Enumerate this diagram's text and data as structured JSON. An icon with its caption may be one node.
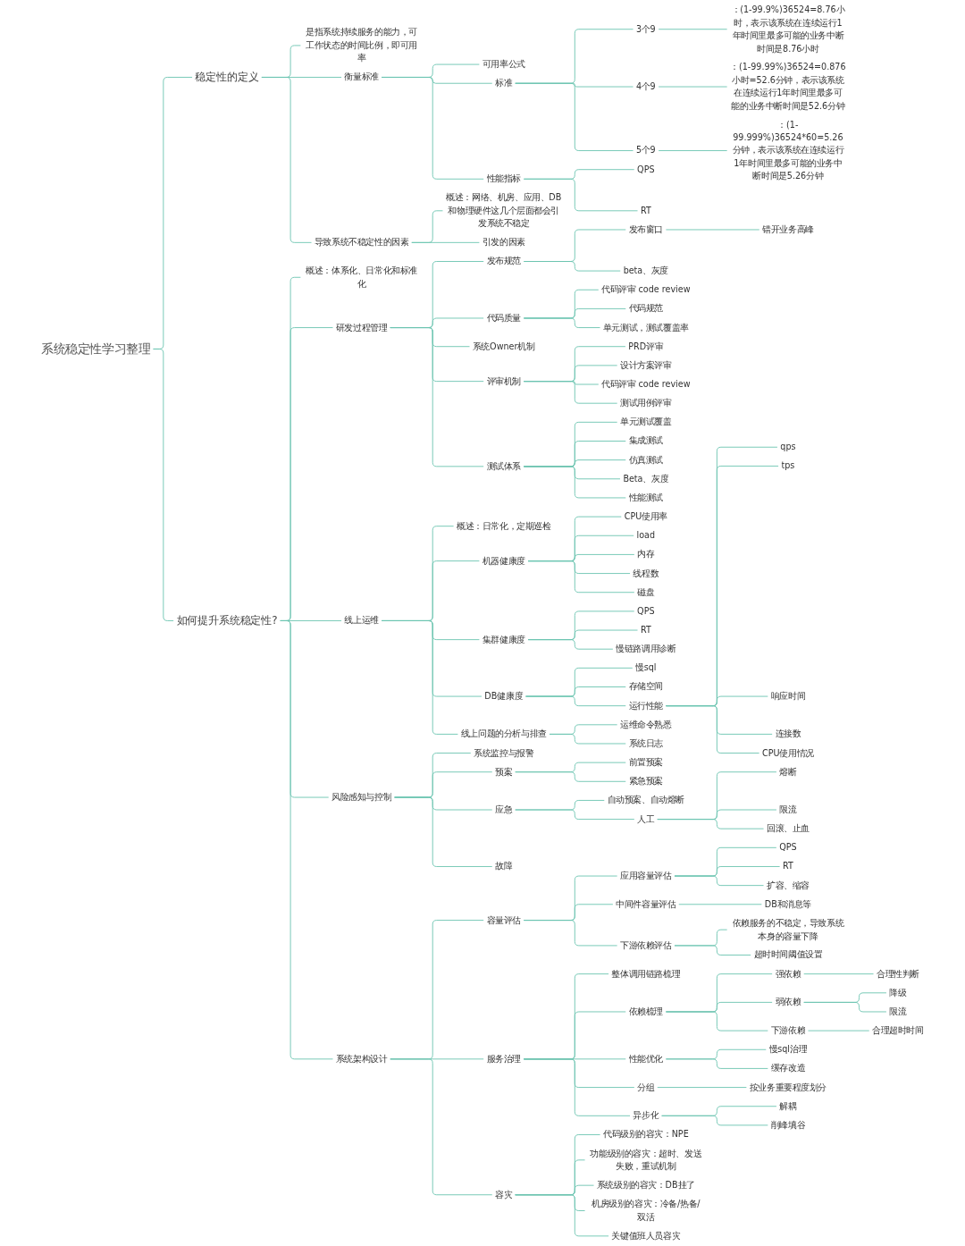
{
  "diagram": {
    "nodes": [
      {
        "text": [
          "系统稳定性学习整理"
        ]
      },
      {
        "text": [
          "稳定性的定义"
        ]
      },
      {
        "text": [
          "是指系统持续服务的能力，可工作状态的时间比例，即可用率"
        ]
      },
      {
        "text": [
          "衡量标准"
        ]
      },
      {
        "text": [
          "可用率公式"
        ]
      },
      {
        "text": [
          "标准"
        ]
      },
      {
        "text": [
          "3个9"
        ]
      },
      {
        "text": [
          "：(1-99.9%)36524=8.76小时，表示该系统在连续运行1年时间里最多可能的业务中断时间是8.76小时"
        ]
      },
      {
        "text": [
          "4个9"
        ]
      },
      {
        "text": [
          "：(1-99.99%)36524=0.876小时=52.6分钟，表示该系统在连续运行1年时间里最多可能的业务中断时间是52.6分钟"
        ]
      },
      {
        "text": [
          "5个9"
        ]
      },
      {
        "text": [
          "：(1-99.999%)36524*60=5.26分钟，表示该系统在连续运行1年时间里最多可能的业务中断时间是5.26分钟"
        ]
      },
      {
        "text": [
          "性能指标"
        ]
      },
      {
        "text": [
          "QPS"
        ]
      },
      {
        "text": [
          "RT"
        ]
      },
      {
        "text": [
          "导致系统不稳定性的因素"
        ]
      },
      {
        "text": [
          "概述：网络、机房、应用、DB和物理硬件这几个层面都会引发系统不稳定"
        ]
      },
      {
        "text": [
          "引发的因素"
        ]
      },
      {
        "text": [
          "如何提升系统稳定性?"
        ]
      },
      {
        "text": [
          "概述：体系化、日常化和标准化"
        ]
      },
      {
        "text": [
          "研发过程管理"
        ]
      },
      {
        "text": [
          "发布规范"
        ]
      },
      {
        "text": [
          "发布窗口"
        ]
      },
      {
        "text": [
          "错开业务高峰"
        ]
      },
      {
        "text": [
          "beta、灰度"
        ]
      },
      {
        "text": [
          "代码质量"
        ]
      },
      {
        "text": [
          "代码评审 code review"
        ]
      },
      {
        "text": [
          "代码规范"
        ]
      },
      {
        "text": [
          "单元测试，测试覆盖率"
        ]
      },
      {
        "text": [
          "系统Owner机制"
        ]
      },
      {
        "text": [
          "评审机制"
        ]
      },
      {
        "text": [
          "PRD评审"
        ]
      },
      {
        "text": [
          "设计方案评审"
        ]
      },
      {
        "text": [
          "代码评审 code review"
        ]
      },
      {
        "text": [
          "测试用例评审"
        ]
      },
      {
        "text": [
          "测试体系"
        ]
      },
      {
        "text": [
          "单元测试覆盖"
        ]
      },
      {
        "text": [
          "集成测试"
        ]
      },
      {
        "text": [
          "仿真测试"
        ]
      },
      {
        "text": [
          "Beta、灰度"
        ]
      },
      {
        "text": [
          "性能测试"
        ]
      },
      {
        "text": [
          "线上运维"
        ]
      },
      {
        "text": [
          "概述：日常化，定期巡检"
        ]
      },
      {
        "text": [
          "机器健康度"
        ]
      },
      {
        "text": [
          "CPU使用率"
        ]
      },
      {
        "text": [
          "load"
        ]
      },
      {
        "text": [
          "内存"
        ]
      },
      {
        "text": [
          "线程数"
        ]
      },
      {
        "text": [
          "磁盘"
        ]
      },
      {
        "text": [
          "集群健康度"
        ]
      },
      {
        "text": [
          "QPS"
        ]
      },
      {
        "text": [
          "RT"
        ]
      },
      {
        "text": [
          "慢链路调用诊断"
        ]
      },
      {
        "text": [
          "DB健康度"
        ]
      },
      {
        "text": [
          "慢sql"
        ]
      },
      {
        "text": [
          "存储空间"
        ]
      },
      {
        "text": [
          "运行性能"
        ]
      },
      {
        "text": [
          "qps"
        ]
      },
      {
        "text": [
          "tps"
        ]
      },
      {
        "text": [
          "响应时间"
        ]
      },
      {
        "text": [
          "连接数"
        ]
      },
      {
        "text": [
          "CPU使用情况"
        ]
      },
      {
        "text": [
          "线上问题的分析与排查"
        ]
      },
      {
        "text": [
          "运维命令熟悉"
        ]
      },
      {
        "text": [
          "系统日志"
        ]
      },
      {
        "text": [
          "风险感知与控制"
        ]
      },
      {
        "text": [
          "系统监控与报警"
        ]
      },
      {
        "text": [
          "预案"
        ]
      },
      {
        "text": [
          "前置预案"
        ]
      },
      {
        "text": [
          "紧急预案"
        ]
      },
      {
        "text": [
          "应急"
        ]
      },
      {
        "text": [
          "自动预案、自动熔断"
        ]
      },
      {
        "text": [
          "人工"
        ]
      },
      {
        "text": [
          "熔断"
        ]
      },
      {
        "text": [
          "限流"
        ]
      },
      {
        "text": [
          "回滚、止血"
        ]
      },
      {
        "text": [
          "故障"
        ]
      },
      {
        "text": [
          "系统架构设计"
        ]
      },
      {
        "text": [
          "容量评估"
        ]
      },
      {
        "text": [
          "应用容量评估"
        ]
      },
      {
        "text": [
          "QPS"
        ]
      },
      {
        "text": [
          "RT"
        ]
      },
      {
        "text": [
          "扩容、缩容"
        ]
      },
      {
        "text": [
          "中间件容量评估"
        ]
      },
      {
        "text": [
          "DB和消息等"
        ]
      },
      {
        "text": [
          "下游依赖评估"
        ]
      },
      {
        "text": [
          "依赖服务的不稳定，导致系统本身的容量下降"
        ]
      },
      {
        "text": [
          "超时时间阈值设置"
        ]
      },
      {
        "text": [
          "服务治理"
        ]
      },
      {
        "text": [
          "整体调用链路梳理"
        ]
      },
      {
        "text": [
          "依赖梳理"
        ]
      },
      {
        "text": [
          "强依赖"
        ]
      },
      {
        "text": [
          "合理性判断"
        ]
      },
      {
        "text": [
          "弱依赖"
        ]
      },
      {
        "text": [
          "降级"
        ]
      },
      {
        "text": [
          "限流"
        ]
      },
      {
        "text": [
          "下游依赖"
        ]
      },
      {
        "text": [
          "合理超时时间"
        ]
      },
      {
        "text": [
          "性能优化"
        ]
      },
      {
        "text": [
          "慢sql治理"
        ]
      },
      {
        "text": [
          "缓存改造"
        ]
      },
      {
        "text": [
          "分组"
        ]
      },
      {
        "text": [
          "按业务重要程度划分"
        ]
      },
      {
        "text": [
          "异步化"
        ]
      },
      {
        "text": [
          "解耦"
        ]
      },
      {
        "text": [
          "削峰填谷"
        ]
      },
      {
        "text": [
          "容灾"
        ]
      },
      {
        "text": [
          "代码级别的容灾：NPE"
        ]
      },
      {
        "text": [
          "功能级别的容灾：超时、发送失败，重试机制"
        ]
      },
      {
        "text": [
          "系统级别的容灾：DB挂了"
        ]
      },
      {
        "text": [
          "机房级别的容灾：冷备/热备/双活"
        ]
      },
      {
        "text": [
          "关键值班人员容灾"
        ]
      }
    ],
    "edges": [
      {
        "from": 0,
        "to": 1,
        "arrow": "none"
      },
      {
        "from": 1,
        "to": 2,
        "arrow": "none"
      },
      {
        "from": 1,
        "to": 3,
        "arrow": "none"
      },
      {
        "from": 3,
        "to": 4,
        "arrow": "none"
      },
      {
        "from": 3,
        "to": 5,
        "arrow": "none"
      },
      {
        "from": 5,
        "to": 6,
        "arrow": "none"
      },
      {
        "from": 6,
        "to": 7,
        "arrow": "none"
      },
      {
        "from": 5,
        "to": 8,
        "arrow": "none"
      },
      {
        "from": 8,
        "to": 9,
        "arrow": "none"
      },
      {
        "from": 5,
        "to": 10,
        "arrow": "none"
      },
      {
        "from": 10,
        "to": 11,
        "arrow": "none"
      },
      {
        "from": 3,
        "to": 12,
        "arrow": "none"
      },
      {
        "from": 12,
        "to": 13,
        "arrow": "none"
      },
      {
        "from": 12,
        "to": 14,
        "arrow": "none"
      },
      {
        "from": 1,
        "to": 15,
        "arrow": "none"
      },
      {
        "from": 15,
        "to": 16,
        "arrow": "none"
      },
      {
        "from": 15,
        "to": 17,
        "arrow": "none"
      },
      {
        "from": 0,
        "to": 18,
        "arrow": "none"
      },
      {
        "from": 18,
        "to": 19,
        "arrow": "none"
      },
      {
        "from": 18,
        "to": 20,
        "arrow": "none"
      },
      {
        "from": 20,
        "to": 21,
        "arrow": "none"
      },
      {
        "from": 21,
        "to": 22,
        "arrow": "none"
      },
      {
        "from": 22,
        "to": 23,
        "arrow": "none"
      },
      {
        "from": 21,
        "to": 24,
        "arrow": "none"
      },
      {
        "from": 20,
        "to": 25,
        "arrow": "none"
      },
      {
        "from": 25,
        "to": 26,
        "arrow": "none"
      },
      {
        "from": 25,
        "to": 27,
        "arrow": "none"
      },
      {
        "from": 25,
        "to": 28,
        "arrow": "none"
      },
      {
        "from": 20,
        "to": 29,
        "arrow": "none"
      },
      {
        "from": 20,
        "to": 30,
        "arrow": "none"
      },
      {
        "from": 30,
        "to": 31,
        "arrow": "none"
      },
      {
        "from": 30,
        "to": 32,
        "arrow": "none"
      },
      {
        "from": 30,
        "to": 33,
        "arrow": "none"
      },
      {
        "from": 30,
        "to": 34,
        "arrow": "none"
      },
      {
        "from": 20,
        "to": 35,
        "arrow": "none"
      },
      {
        "from": 35,
        "to": 36,
        "arrow": "none"
      },
      {
        "from": 35,
        "to": 37,
        "arrow": "none"
      },
      {
        "from": 35,
        "to": 38,
        "arrow": "none"
      },
      {
        "from": 35,
        "to": 39,
        "arrow": "none"
      },
      {
        "from": 35,
        "to": 40,
        "arrow": "none"
      },
      {
        "from": 18,
        "to": 41,
        "arrow": "none"
      },
      {
        "from": 41,
        "to": 42,
        "arrow": "none"
      },
      {
        "from": 41,
        "to": 43,
        "arrow": "none"
      },
      {
        "from": 43,
        "to": 44,
        "arrow": "none"
      },
      {
        "from": 43,
        "to": 45,
        "arrow": "none"
      },
      {
        "from": 43,
        "to": 46,
        "arrow": "none"
      },
      {
        "from": 43,
        "to": 47,
        "arrow": "none"
      },
      {
        "from": 43,
        "to": 48,
        "arrow": "none"
      },
      {
        "from": 41,
        "to": 49,
        "arrow": "none"
      },
      {
        "from": 49,
        "to": 50,
        "arrow": "none"
      },
      {
        "from": 49,
        "to": 51,
        "arrow": "none"
      },
      {
        "from": 49,
        "to": 52,
        "arrow": "none"
      },
      {
        "from": 41,
        "to": 53,
        "arrow": "none"
      },
      {
        "from": 53,
        "to": 54,
        "arrow": "none"
      },
      {
        "from": 53,
        "to": 55,
        "arrow": "none"
      },
      {
        "from": 53,
        "to": 56,
        "arrow": "none"
      },
      {
        "from": 56,
        "to": 57,
        "arrow": "none"
      },
      {
        "from": 56,
        "to": 58,
        "arrow": "none"
      },
      {
        "from": 56,
        "to": 59,
        "arrow": "none"
      },
      {
        "from": 56,
        "to": 60,
        "arrow": "none"
      },
      {
        "from": 56,
        "to": 61,
        "arrow": "none"
      },
      {
        "from": 41,
        "to": 62,
        "arrow": "none"
      },
      {
        "from": 62,
        "to": 63,
        "arrow": "none"
      },
      {
        "from": 62,
        "to": 64,
        "arrow": "none"
      },
      {
        "from": 18,
        "to": 65,
        "arrow": "none"
      },
      {
        "from": 65,
        "to": 66,
        "arrow": "none"
      },
      {
        "from": 65,
        "to": 67,
        "arrow": "none"
      },
      {
        "from": 67,
        "to": 68,
        "arrow": "none"
      },
      {
        "from": 67,
        "to": 69,
        "arrow": "none"
      },
      {
        "from": 65,
        "to": 70,
        "arrow": "none"
      },
      {
        "from": 70,
        "to": 71,
        "arrow": "none"
      },
      {
        "from": 70,
        "to": 72,
        "arrow": "none"
      },
      {
        "from": 72,
        "to": 73,
        "arrow": "none"
      },
      {
        "from": 72,
        "to": 74,
        "arrow": "none"
      },
      {
        "from": 72,
        "to": 75,
        "arrow": "none"
      },
      {
        "from": 65,
        "to": 76,
        "arrow": "none"
      },
      {
        "from": 18,
        "to": 77,
        "arrow": "none"
      },
      {
        "from": 77,
        "to": 78,
        "arrow": "none"
      },
      {
        "from": 78,
        "to": 79,
        "arrow": "none"
      },
      {
        "from": 79,
        "to": 80,
        "arrow": "none"
      },
      {
        "from": 79,
        "to": 81,
        "arrow": "none"
      },
      {
        "from": 79,
        "to": 82,
        "arrow": "none"
      },
      {
        "from": 78,
        "to": 83,
        "arrow": "none"
      },
      {
        "from": 83,
        "to": 84,
        "arrow": "none"
      },
      {
        "from": 78,
        "to": 85,
        "arrow": "none"
      },
      {
        "from": 85,
        "to": 86,
        "arrow": "none"
      },
      {
        "from": 85,
        "to": 87,
        "arrow": "none"
      },
      {
        "from": 77,
        "to": 88,
        "arrow": "none"
      },
      {
        "from": 88,
        "to": 89,
        "arrow": "none"
      },
      {
        "from": 88,
        "to": 90,
        "arrow": "none"
      },
      {
        "from": 90,
        "to": 91,
        "arrow": "none"
      },
      {
        "from": 91,
        "to": 92,
        "arrow": "none"
      },
      {
        "from": 90,
        "to": 93,
        "arrow": "none"
      },
      {
        "from": 93,
        "to": 94,
        "arrow": "none"
      },
      {
        "from": 93,
        "to": 95,
        "arrow": "none"
      },
      {
        "from": 90,
        "to": 96,
        "arrow": "none"
      },
      {
        "from": 96,
        "to": 97,
        "arrow": "none"
      },
      {
        "from": 88,
        "to": 98,
        "arrow": "none"
      },
      {
        "from": 98,
        "to": 99,
        "arrow": "none"
      },
      {
        "from": 98,
        "to": 100,
        "arrow": "none"
      },
      {
        "from": 88,
        "to": 101,
        "arrow": "none"
      },
      {
        "from": 101,
        "to": 102,
        "arrow": "none"
      },
      {
        "from": 88,
        "to": 103,
        "arrow": "none"
      },
      {
        "from": 103,
        "to": 104,
        "arrow": "none"
      },
      {
        "from": 103,
        "to": 105,
        "arrow": "none"
      },
      {
        "from": 77,
        "to": 106,
        "arrow": "none"
      },
      {
        "from": 106,
        "to": 107,
        "arrow": "none"
      },
      {
        "from": 106,
        "to": 108,
        "arrow": "none"
      },
      {
        "from": 106,
        "to": 109,
        "arrow": "none"
      },
      {
        "from": 106,
        "to": 110,
        "arrow": "none"
      },
      {
        "from": 106,
        "to": 111,
        "arrow": "none"
      }
    ]
  }
}
